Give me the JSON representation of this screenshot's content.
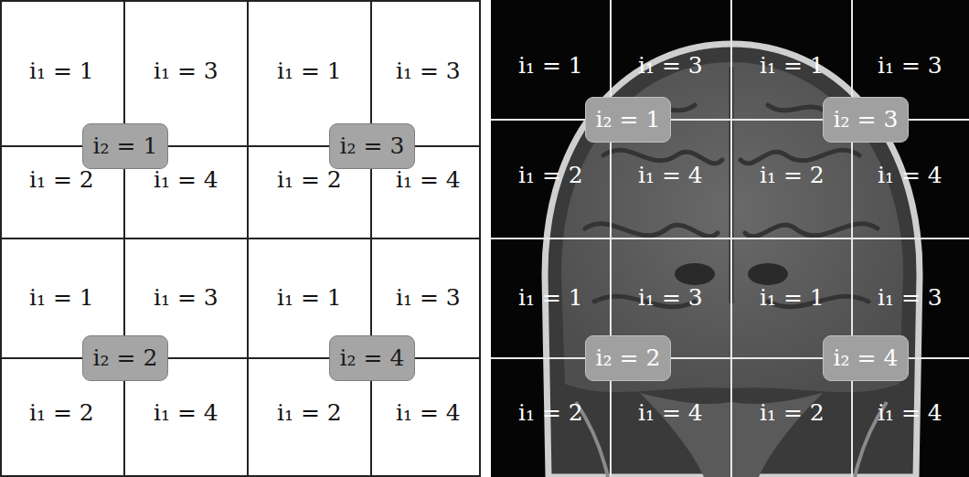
{
  "diagram": {
    "nodes": [
      {
        "text": [
          "i₂ = 1"
        ]
      },
      {
        "text": [
          "i₂ = 3"
        ]
      },
      {
        "text": [
          "i₂ = 2"
        ]
      },
      {
        "text": [
          "i₂ = 4"
        ]
      },
      {
        "text": [
          "i₂ = 1"
        ]
      },
      {
        "text": [
          "i₂ = 3"
        ]
      },
      {
        "text": [
          "i₂ = 2"
        ]
      },
      {
        "text": [
          "i₂ = 4"
        ]
      }
    ],
    "labels": [
      "i₁ = 1",
      "i₁ = 3",
      "i₁ = 1",
      "i₁ = 3",
      "i₁ = 2",
      "i₁ = 4",
      "i₁ = 2",
      "i₁ = 4",
      "i₁ = 1",
      "i₁ = 3",
      "i₁ = 1",
      "i₁ = 3",
      "i₁ = 2",
      "i₁ = 4",
      "i₁ = 2",
      "i₁ = 4",
      "i₁ = 1",
      "i₁ = 3",
      "i₁ = 1",
      "i₁ = 3",
      "i₁ = 2",
      "i₁ = 4",
      "i₁ = 2",
      "i₁ = 4",
      "i₁ = 1",
      "i₁ = 3",
      "i₁ = 1",
      "i₁ = 3",
      "i₁ = 2",
      "i₁ = 4",
      "i₁ = 2",
      "i₁ = 4"
    ]
  }
}
